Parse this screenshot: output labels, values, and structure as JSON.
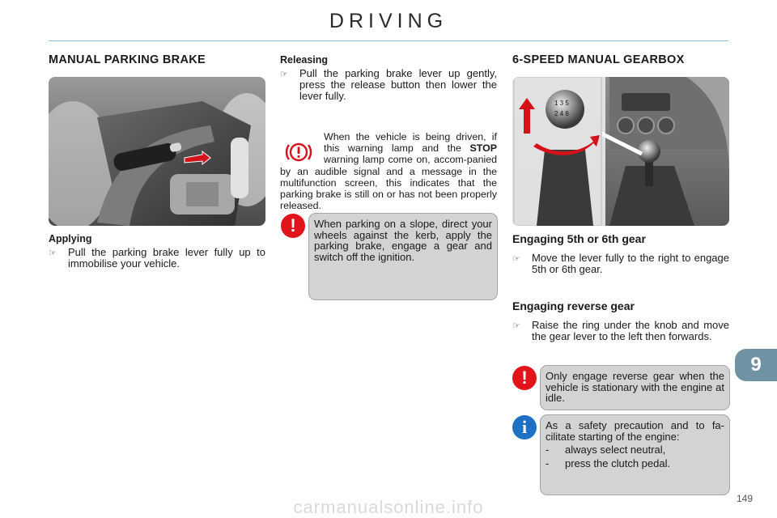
{
  "header": {
    "title": "DRIVING"
  },
  "col1": {
    "heading": "MANUAL PARKING BRAKE",
    "applying_heading": "Applying",
    "applying_bullet": "Pull the parking brake lever fully up to immobilise your vehicle."
  },
  "col2": {
    "releasing_heading": "Releasing",
    "releasing_bullet": "Pull the parking brake lever up gently, press the release button then lower the lever fully.",
    "warning_part1": "When the vehicle is being driven, if this warning lamp and the ",
    "warning_bold": "STOP",
    "warning_part2": " warning lamp come on, accom-panied by an audible signal and a message in the multifunction screen, this indicates that the parking brake is still on or has not been properly released.",
    "note_text": "When parking on a slope, direct your wheels against the kerb, apply the parking brake, engage a gear and switch off the ignition."
  },
  "col3": {
    "heading": "6-SPEED MANUAL GEARBOX",
    "fifth_heading": "Engaging 5th or 6th gear",
    "fifth_bullet": "Move the lever fully to the right to engage 5th or 6th gear.",
    "reverse_heading": "Engaging reverse gear",
    "reverse_bullet": "Raise the ring under the knob and move the gear lever to the left then forwards.",
    "note_reverse": "Only engage reverse gear when the vehicle is stationary with the engine at idle.",
    "info_intro": "As a safety precaution and to fa-cilitate starting of the engine:",
    "info_items": [
      "always select neutral,",
      "press the clutch pedal."
    ]
  },
  "chapter_tab": "9",
  "page_number": "149",
  "watermark": "carmanualsonline.info",
  "icons": {
    "bullet": "pointing-hand-icon",
    "parking_lamp": "parking-brake-warning-lamp-icon",
    "warning": "exclamation-warning-icon",
    "info": "info-icon"
  },
  "colors": {
    "rule": "#7fc4d4",
    "tab": "#6f93a5",
    "warning_red": "#e1141c",
    "info_blue": "#1d70c4",
    "note_bg": "#d3d3d6"
  }
}
